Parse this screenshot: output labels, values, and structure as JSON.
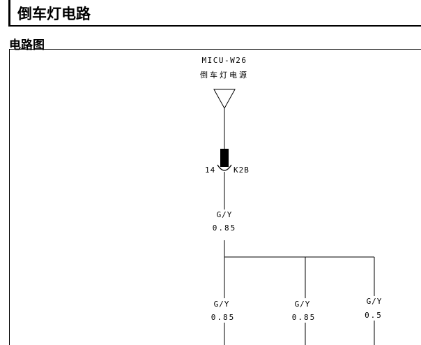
{
  "header": {
    "title": "倒车灯电路"
  },
  "section": {
    "title": "电路图"
  },
  "diagram": {
    "source_label": "MICU-W26",
    "source_name": "倒车灯电源",
    "connector_pin": "14",
    "connector_id": "K2B",
    "main_wire": {
      "color": "G/Y",
      "size": "0.85"
    },
    "branches": [
      {
        "color": "G/Y",
        "size": "0.85"
      },
      {
        "color": "G/Y",
        "size": "0.85"
      },
      {
        "color": "G/Y",
        "size": "0.5"
      }
    ]
  }
}
